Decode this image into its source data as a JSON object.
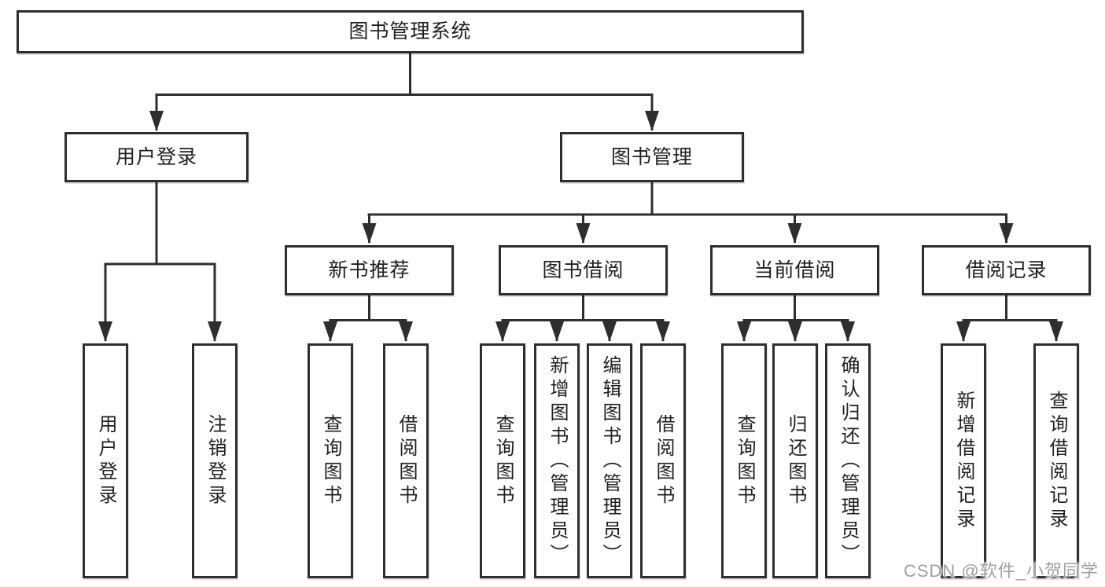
{
  "tree": {
    "label": "图书管理系统",
    "children": [
      {
        "label": "用户登录",
        "children": [
          {
            "label": "用户登录"
          },
          {
            "label": "注销登录"
          }
        ]
      },
      {
        "label": "图书管理",
        "children": [
          {
            "label": "新书推荐",
            "children": [
              {
                "label": "查询图书"
              },
              {
                "label": "借阅图书"
              }
            ]
          },
          {
            "label": "图书借阅",
            "children": [
              {
                "label": "查询图书"
              },
              {
                "label": "新增图书（管理员）"
              },
              {
                "label": "编辑图书（管理员）"
              },
              {
                "label": "借阅图书"
              }
            ]
          },
          {
            "label": "当前借阅",
            "children": [
              {
                "label": "查询图书"
              },
              {
                "label": "归还图书"
              },
              {
                "label": "确认归还（管理员）"
              }
            ]
          },
          {
            "label": "借阅记录",
            "children": [
              {
                "label": "新增借阅记录"
              },
              {
                "label": "查询借阅记录"
              }
            ]
          }
        ]
      }
    ]
  },
  "watermark": {
    "text": "CSDN @软件_小贺同学"
  },
  "colors": {
    "line": "#2e2e2e",
    "box_border": "#2e2e2e",
    "text": "#1f1f1f",
    "background": "#ffffff",
    "watermark": "#a0a0a0"
  }
}
